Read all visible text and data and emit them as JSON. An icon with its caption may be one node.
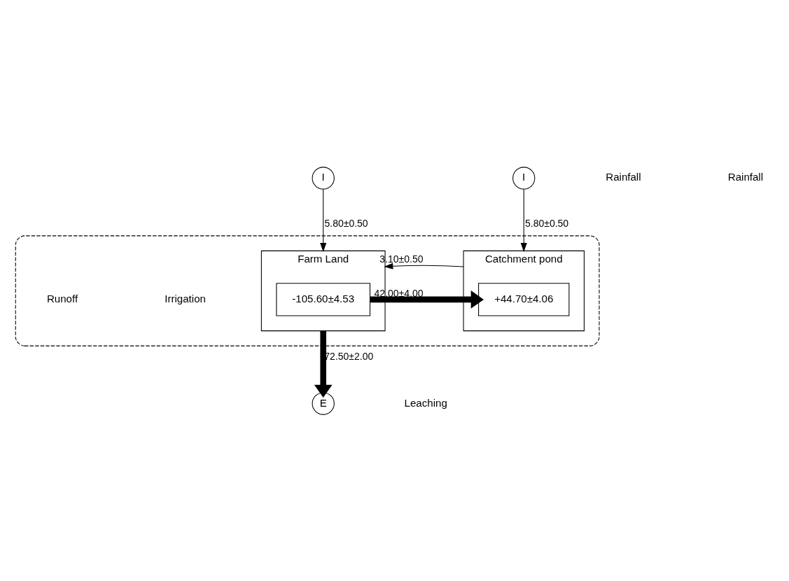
{
  "diagram": {
    "nodes": [
      {
        "text": [],
        "shape": "box"
      },
      {
        "text": [
          "I"
        ]
      },
      {
        "text": [
          "I"
        ]
      },
      {
        "text": [
          "Farm Land"
        ],
        "in": 0
      },
      {
        "text": [
          "-105.60±4.53"
        ],
        "in": 3
      },
      {
        "text": [
          "Catchment pond"
        ],
        "in": 0
      },
      {
        "text": [
          "+44.70±4.06"
        ],
        "in": 5
      },
      {
        "text": [
          "E"
        ]
      }
    ],
    "edges": [
      {
        "from": 1,
        "to": 3,
        "arrow": "to",
        "label": "5.80±0.50"
      },
      {
        "from": 2,
        "to": 5,
        "arrow": "to",
        "label": "5.80±0.50"
      },
      {
        "from": 5,
        "to": 3,
        "arrow": "to",
        "label": "3.10±0.50"
      },
      {
        "from": 4,
        "to": 6,
        "arrow": "to",
        "label": "42.00±4.00",
        "style": "thick"
      },
      {
        "from": 3,
        "to": 7,
        "arrow": "to",
        "label": "72.50±2.00",
        "style": "thick"
      }
    ],
    "labels": [
      "Rainfall",
      "Rainfall",
      "Irrigation",
      "Runoff",
      "Leaching"
    ]
  }
}
